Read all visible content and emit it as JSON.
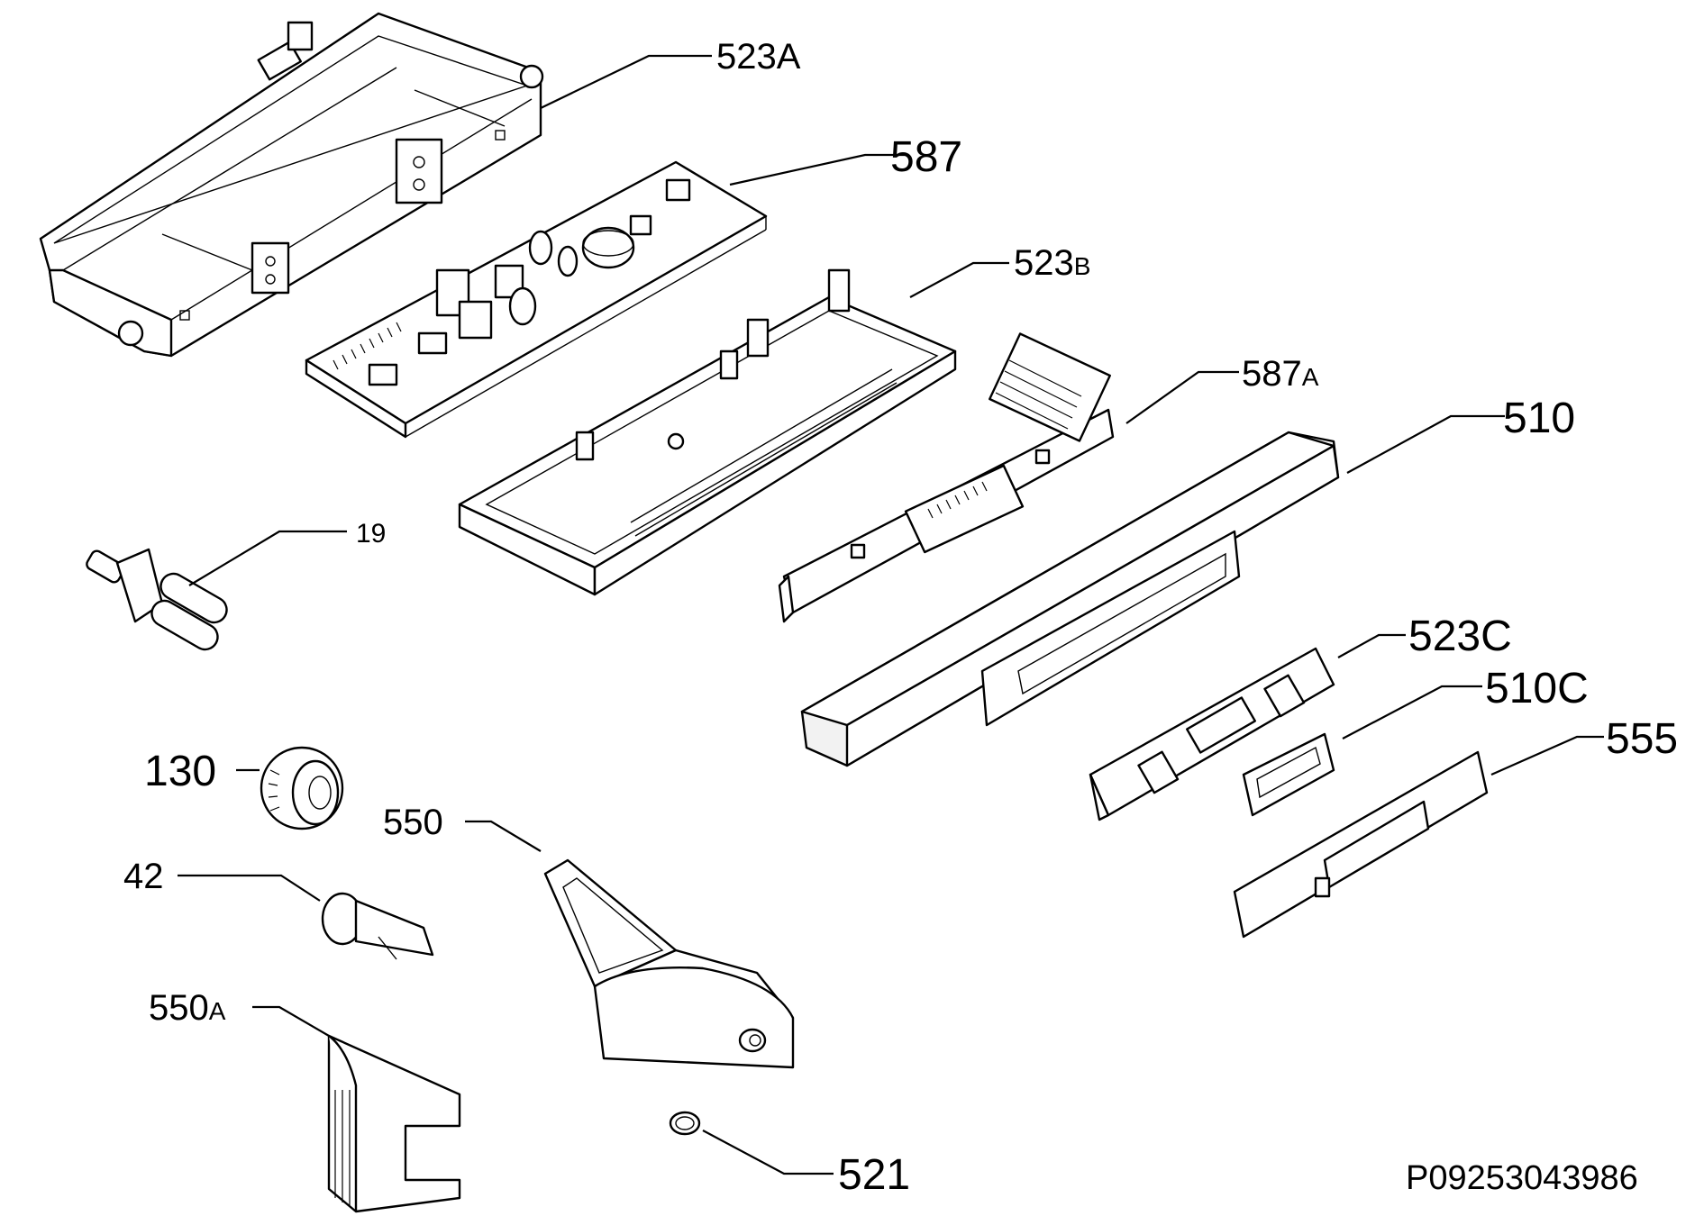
{
  "drawing_code": "P09253043986",
  "callouts": [
    {
      "id": "523A",
      "text": "523A",
      "main": "523",
      "suffix": "A"
    },
    {
      "id": "587",
      "text": "587",
      "main": "587",
      "suffix": ""
    },
    {
      "id": "523B",
      "text": "523B",
      "main": "523",
      "suffix": "B"
    },
    {
      "id": "587A",
      "text": "587A",
      "main": "587",
      "suffix": "A"
    },
    {
      "id": "510",
      "text": "510",
      "main": "510",
      "suffix": ""
    },
    {
      "id": "19",
      "text": "19",
      "main": "19",
      "suffix": ""
    },
    {
      "id": "523C",
      "text": "523C",
      "main": "523C",
      "suffix": ""
    },
    {
      "id": "510C",
      "text": "510C",
      "main": "510C",
      "suffix": ""
    },
    {
      "id": "555",
      "text": "555",
      "main": "555",
      "suffix": ""
    },
    {
      "id": "130",
      "text": "130",
      "main": "130",
      "suffix": ""
    },
    {
      "id": "550",
      "text": "550",
      "main": "550",
      "suffix": ""
    },
    {
      "id": "42",
      "text": "42",
      "main": "42",
      "suffix": ""
    },
    {
      "id": "550A",
      "text": "550A",
      "main": "550",
      "suffix": "A"
    },
    {
      "id": "521",
      "text": "521",
      "main": "521",
      "suffix": ""
    }
  ]
}
